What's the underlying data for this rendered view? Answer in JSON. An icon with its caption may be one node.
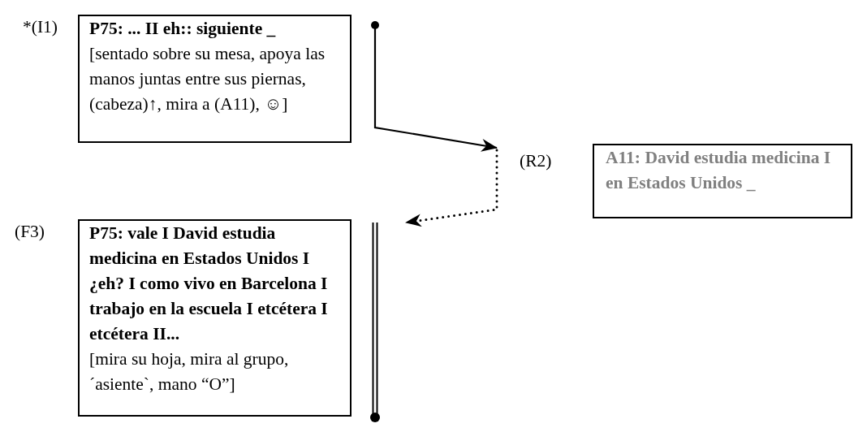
{
  "diagram": {
    "nodes": [
      {
        "text": [
          "P75: ... II eh:: siguiente _",
          "[sentado sobre su mesa, apoya las manos juntas entre sus piernas, (cabeza)↑, mira a (A11), ☺]"
        ],
        "beside": [
          "*(I1)"
        ]
      },
      {
        "text": [
          "A11: David estudia medicina I en Estados Unidos _"
        ],
        "beside": [
          "(R2)"
        ]
      },
      {
        "text": [
          "P75: vale I David estudia medicina en Estados Unidos I ¿eh? I como vivo en Barcelona I trabajo en la escuela I etcétera I etcétera II...",
          "[mira su hoja, mira al grupo, ´asiente`, mano “O”]"
        ],
        "beside": [
          "(F3)"
        ]
      }
    ],
    "edges": [
      {
        "from": 0,
        "to": 1,
        "arrow": "to"
      },
      {
        "from": 1,
        "to": 2,
        "arrow": "to",
        "style": "dashed"
      }
    ]
  }
}
